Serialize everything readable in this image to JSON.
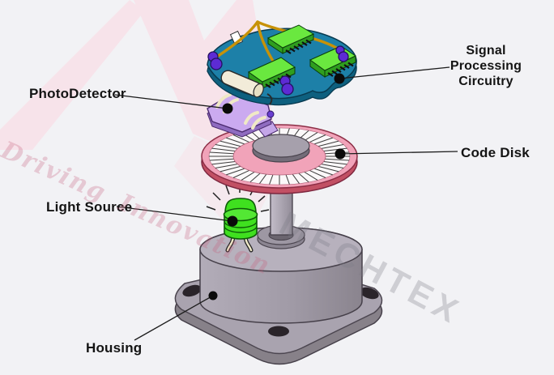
{
  "diagram": {
    "name": "optical-rotary-encoder-exploded-view",
    "labels": {
      "signal_processing": {
        "line1": "Signal Processing",
        "line2": "Circuitry"
      },
      "photodetector": {
        "text": "PhotoDetector"
      },
      "code_disk": {
        "text": "Code Disk"
      },
      "light_source": {
        "text": "Light Source"
      },
      "housing": {
        "text": "Housing"
      }
    },
    "watermarks": {
      "slogan": "Driving Innovation",
      "brand": "MECHTEX"
    },
    "colors": {
      "background": "#f2f2f5",
      "watermark_pink": "#f7e3ea",
      "pcb_top": "#1d80a8",
      "pcb_side": "#0e607f",
      "chip_green": "#6ae83f",
      "chip_side_green": "#2f9e1f",
      "wire_gold": "#c79208",
      "capacitor_purple": "#5d2bd4",
      "component_cream": "#f2ecd9",
      "photodetector_lavender": "#cbaaf0",
      "disk_pink": "#f1a3b9",
      "disk_rim_crimson": "#c25064",
      "hub_gray": "#a6a0ac",
      "led_green": "#3fe01f",
      "housing_gray": "#a9a3af",
      "label_color": "#141414"
    }
  }
}
